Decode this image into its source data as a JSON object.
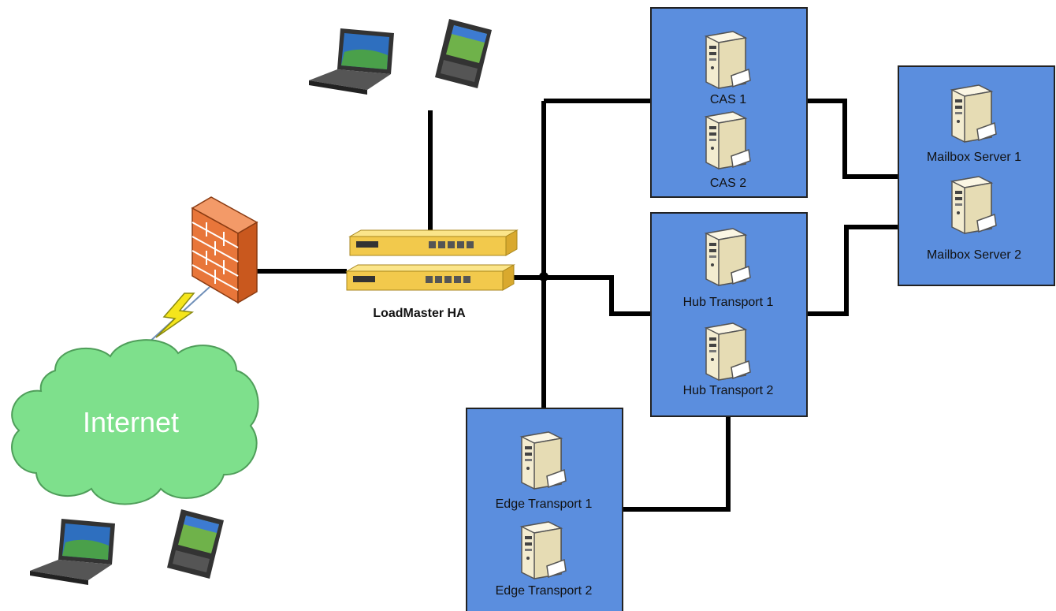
{
  "loadbalancer": {
    "label": "LoadMaster HA"
  },
  "internet": {
    "label": "Internet"
  },
  "groups": {
    "cas": {
      "servers": [
        "CAS 1",
        "CAS 2"
      ]
    },
    "mailbox": {
      "servers": [
        "Mailbox Server 1",
        "Mailbox Server 2"
      ]
    },
    "hub": {
      "servers": [
        "Hub Transport 1",
        "Hub Transport 2"
      ]
    },
    "edge": {
      "servers": [
        "Edge Transport 1",
        "Edge Transport 2"
      ]
    }
  },
  "colors": {
    "group_fill": "#5b8ede",
    "cloud_fill": "#7ee08c",
    "firewall": "#e8763a",
    "loadmaster": "#f2c94c",
    "server_body": "#f3ecd0"
  },
  "icons": [
    "laptop-icon",
    "smartphone-icon",
    "firewall-icon",
    "server-icon",
    "lightning-icon",
    "cloud-icon",
    "load-balancer-icon"
  ]
}
